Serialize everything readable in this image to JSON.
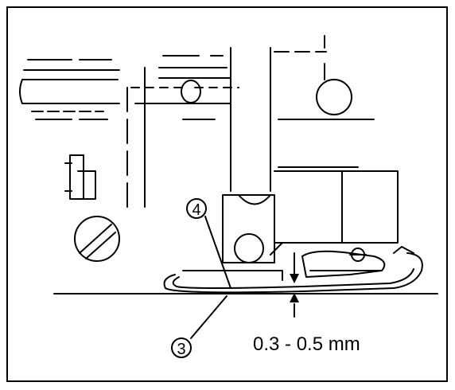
{
  "diagram": {
    "callouts": [
      {
        "id": "part-3",
        "text": "3"
      },
      {
        "id": "part-4",
        "text": "4"
      }
    ],
    "dimension": {
      "text": "0.3 - 0.5 mm"
    }
  },
  "colors": {
    "ink": "#000000",
    "background": "#ffffff"
  }
}
